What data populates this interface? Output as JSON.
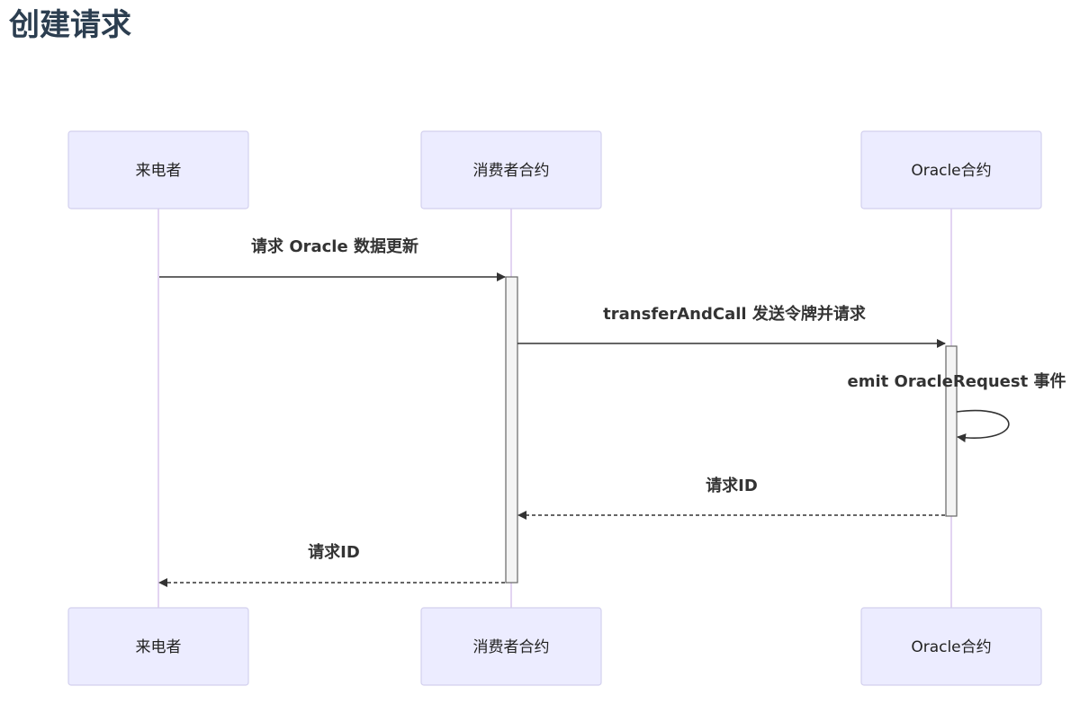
{
  "title": "创建请求",
  "colors": {
    "title": "#2c3e50",
    "actor_fill": "#ececff",
    "actor_stroke": "#d3d0ee",
    "lifeline": "#dcc9ee",
    "activation_fill": "#f4f4f4",
    "arrow": "#333333"
  },
  "actors": [
    {
      "id": "caller",
      "label": "来电者"
    },
    {
      "id": "consumer",
      "label": "消费者合约"
    },
    {
      "id": "oracle",
      "label": "Oracle合约"
    }
  ],
  "messages": [
    {
      "from": "caller",
      "to": "consumer",
      "label": "请求 Oracle 数据更新",
      "style": "solid"
    },
    {
      "from": "consumer",
      "to": "oracle",
      "label": "transferAndCall 发送令牌并请求",
      "style": "solid"
    },
    {
      "from": "oracle",
      "to": "oracle",
      "label": "emit OracleRequest 事件",
      "style": "solid"
    },
    {
      "from": "oracle",
      "to": "consumer",
      "label": "请求ID",
      "style": "dashed"
    },
    {
      "from": "consumer",
      "to": "caller",
      "label": "请求ID",
      "style": "dashed"
    }
  ]
}
